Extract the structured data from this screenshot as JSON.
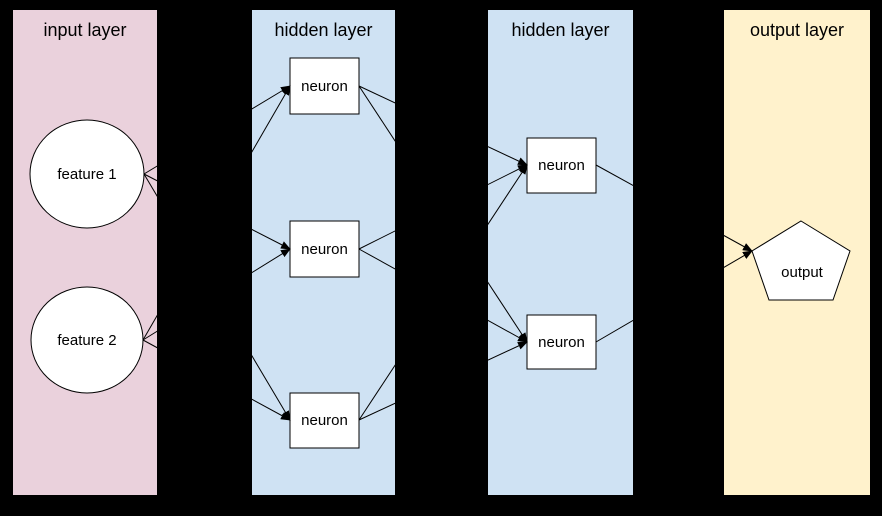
{
  "canvas": {
    "background": "#000000"
  },
  "layers": [
    {
      "id": "input",
      "label": "input layer",
      "color": "#ead1dc",
      "nodes": [
        {
          "id": "feature1",
          "label": "feature 1",
          "shape": "ellipse"
        },
        {
          "id": "feature2",
          "label": "feature 2",
          "shape": "ellipse"
        }
      ]
    },
    {
      "id": "hidden1",
      "label": "hidden layer",
      "color": "#cfe2f3",
      "nodes": [
        {
          "id": "h1n1",
          "label": "neuron",
          "shape": "rect"
        },
        {
          "id": "h1n2",
          "label": "neuron",
          "shape": "rect"
        },
        {
          "id": "h1n3",
          "label": "neuron",
          "shape": "rect"
        }
      ]
    },
    {
      "id": "hidden2",
      "label": "hidden layer",
      "color": "#cfe2f3",
      "nodes": [
        {
          "id": "h2n1",
          "label": "neuron",
          "shape": "rect"
        },
        {
          "id": "h2n2",
          "label": "neuron",
          "shape": "rect"
        }
      ]
    },
    {
      "id": "output",
      "label": "output layer",
      "color": "#fff2cc",
      "nodes": [
        {
          "id": "out",
          "label": "output",
          "shape": "pentagon"
        }
      ]
    }
  ],
  "node_style": {
    "fill": "#ffffff",
    "stroke": "#000000"
  },
  "edges": {
    "color": "#000000",
    "list": [
      {
        "from": "feature1",
        "to": "h1n1"
      },
      {
        "from": "feature1",
        "to": "h1n2"
      },
      {
        "from": "feature1",
        "to": "h1n3"
      },
      {
        "from": "feature2",
        "to": "h1n1"
      },
      {
        "from": "feature2",
        "to": "h1n2"
      },
      {
        "from": "feature2",
        "to": "h1n3"
      },
      {
        "from": "h1n1",
        "to": "h2n1"
      },
      {
        "from": "h1n1",
        "to": "h2n2"
      },
      {
        "from": "h1n2",
        "to": "h2n1"
      },
      {
        "from": "h1n2",
        "to": "h2n2"
      },
      {
        "from": "h1n3",
        "to": "h2n1"
      },
      {
        "from": "h1n3",
        "to": "h2n2"
      },
      {
        "from": "h2n1",
        "to": "out"
      },
      {
        "from": "h2n2",
        "to": "out"
      }
    ]
  }
}
